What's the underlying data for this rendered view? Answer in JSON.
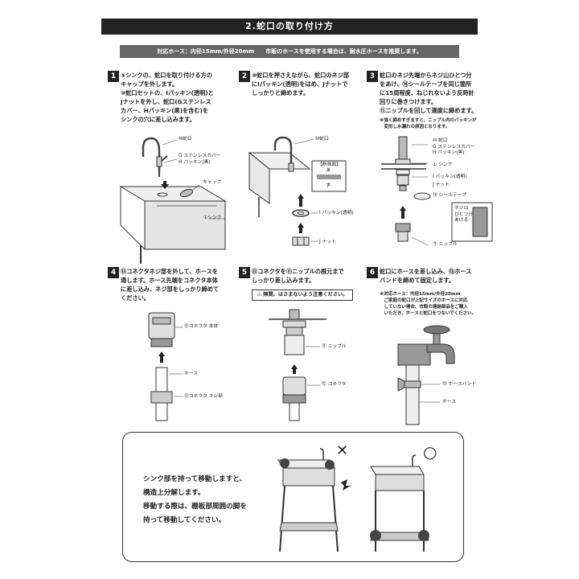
{
  "title": "2.蛇口の取り付け方",
  "notice": "対応ホース：内径15mm/外径20mm　　市販のホースを使用する場合は、耐水圧ホースを推奨します。",
  "steps": [
    {
      "num": "1",
      "text": "⑤シンクの、蛇口を取り付ける方の\nキャップを外します。\n⑩蛇口セットの、Iパッキン(透明)と\nJナットを外し、蛇口(Gステンレス\nカバー、Hパッキン(黒)を含む)を\nシンクの穴に差し込みます。",
      "labels": {
        "faucet": "⑩蛇口",
        "cover": "G ステンレスカバー\nH パッキン(黒)",
        "cap": "キャップ",
        "sink": "①シンク"
      }
    },
    {
      "num": "2",
      "text": "⑩蛇口を押さえながら、蛇口のネジ部\nにIパッキン(透明)をはめ、Jナットで\nしっかりと締めます。",
      "labels": {
        "faucet": "⑩蛇口",
        "section": "【断面図】",
        "up": "上",
        "down": "下",
        "packing": "I パッキン(透明)",
        "nut": "J ナット"
      }
    },
    {
      "num": "3",
      "text": "蛇口のネジ先端からネジ山ひとつ分\nをあけ、⑭シールテープを同じ箇所\nに15周程度、ねじれないよう反時計\n回りに巻きつけます。\n⑪ニップルを回して適度に締めます。",
      "note": "※強く締めすぎますと、ニップル内のパッキンが\n　変形し水漏れの原因となります。",
      "labels": {
        "faucet_parts": "⑩ 蛇口\nG ステンレスカバー\nH パッキン(黒)",
        "sink": "① シンク",
        "packing": "I パッキン(透明)",
        "nut": "J ナット",
        "tape": "⑭ シールテープ",
        "thread": "ネジ山\nひとつ分\nあける",
        "nipple": "⑪ ニップル"
      }
    },
    {
      "num": "4",
      "text": "⑫コネクタネジ部を外して、ホースを\n通します。ホース先端をコネクタ本体\nに差し込み、ネジ部をしっかり締めて\nください。",
      "labels": {
        "connector_body": "⑫コネクタ 本体",
        "hose": "ホース",
        "connector_screw": "⑫コネクタ ネジ部"
      }
    },
    {
      "num": "5",
      "text": "⑫コネクタを⑪ニップルの根元まで\nしっかり差し込みます。",
      "warning": "⚠ 隙間、はさまないよう注意ください。",
      "labels": {
        "nipple": "⑪ ニップル",
        "connector": "⑫ コネクタ"
      }
    },
    {
      "num": "6",
      "text": "蛇口にホースを差し込み、⑬ホース\nバンドを締めて固定します。",
      "note": "※対応ホース：内径15mm/外径20mm\n　ご家庭の蛇口が上記サイズのホースに対応\n　していない場合、市販の連結部品をご購入\n　いただき、ホースと蛇口をつないでください。",
      "labels": {
        "band": "⑬ ホースバンド",
        "hose": "ホース"
      }
    }
  ],
  "bottom": {
    "text": "シンク部を持って移動しますと、\n構造上分解します。\n移動する際は、棚板部周囲の脚を\n持って移動してください。",
    "wrong_mark": "✕",
    "right_mark": "○"
  }
}
